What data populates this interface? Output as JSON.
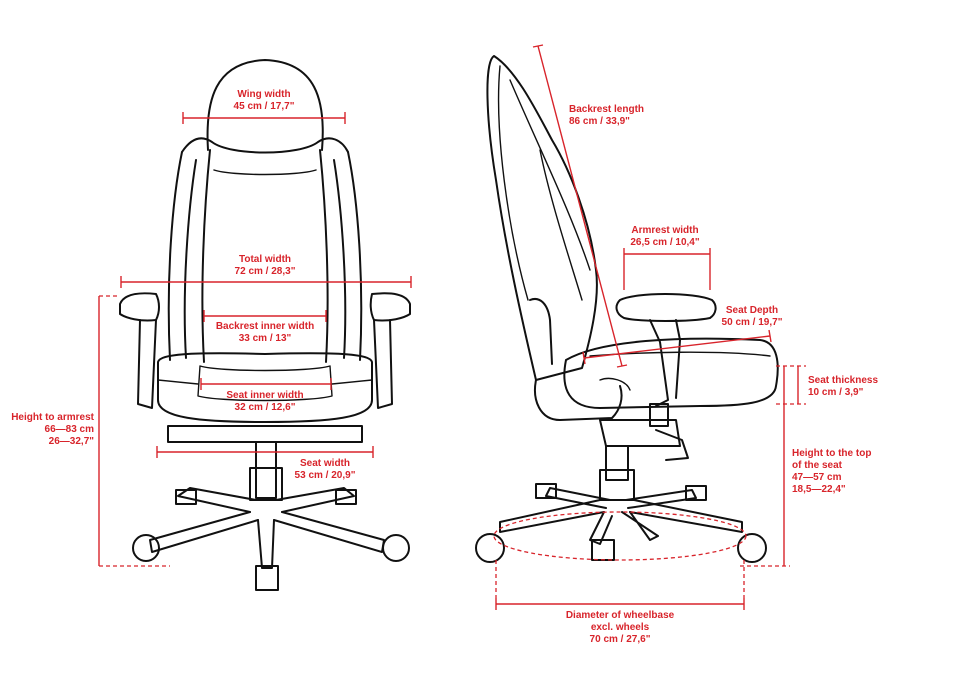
{
  "colors": {
    "dimension": "#d8242b",
    "outline": "#111111",
    "background": "#ffffff"
  },
  "front_view": {
    "wing_width": {
      "label": "Wing width",
      "value": "45 cm / 17,7\""
    },
    "total_width": {
      "label": "Total width",
      "value": "72 cm / 28,3\""
    },
    "backrest_inner_width": {
      "label": "Backrest inner width",
      "value": "33 cm / 13\""
    },
    "seat_inner_width": {
      "label": "Seat inner width",
      "value": "32 cm / 12,6\""
    },
    "seat_width": {
      "label": "Seat width",
      "value": "53 cm / 20,9\""
    },
    "height_to_armrest": {
      "label": "Height to armrest",
      "value_cm": "66—83 cm",
      "value_in": "26—32,7\""
    }
  },
  "side_view": {
    "backrest_length": {
      "label": "Backrest length",
      "value": "86 cm / 33,9\""
    },
    "armrest_width": {
      "label": "Armrest width",
      "value": "26,5 cm / 10,4\""
    },
    "seat_depth": {
      "label": "Seat Depth",
      "value": "50 cm / 19,7\""
    },
    "seat_thickness": {
      "label": "Seat thickness",
      "value": "10 cm / 3,9\""
    },
    "height_to_seat_top": {
      "label_line1": "Height to the top",
      "label_line2": "of the seat",
      "value_cm": "47—57 cm",
      "value_in": "18,5—22,4\""
    },
    "wheelbase_diameter": {
      "label_line1": "Diameter of wheelbase",
      "label_line2": "excl. wheels",
      "value": "70 cm / 27,6\""
    }
  }
}
